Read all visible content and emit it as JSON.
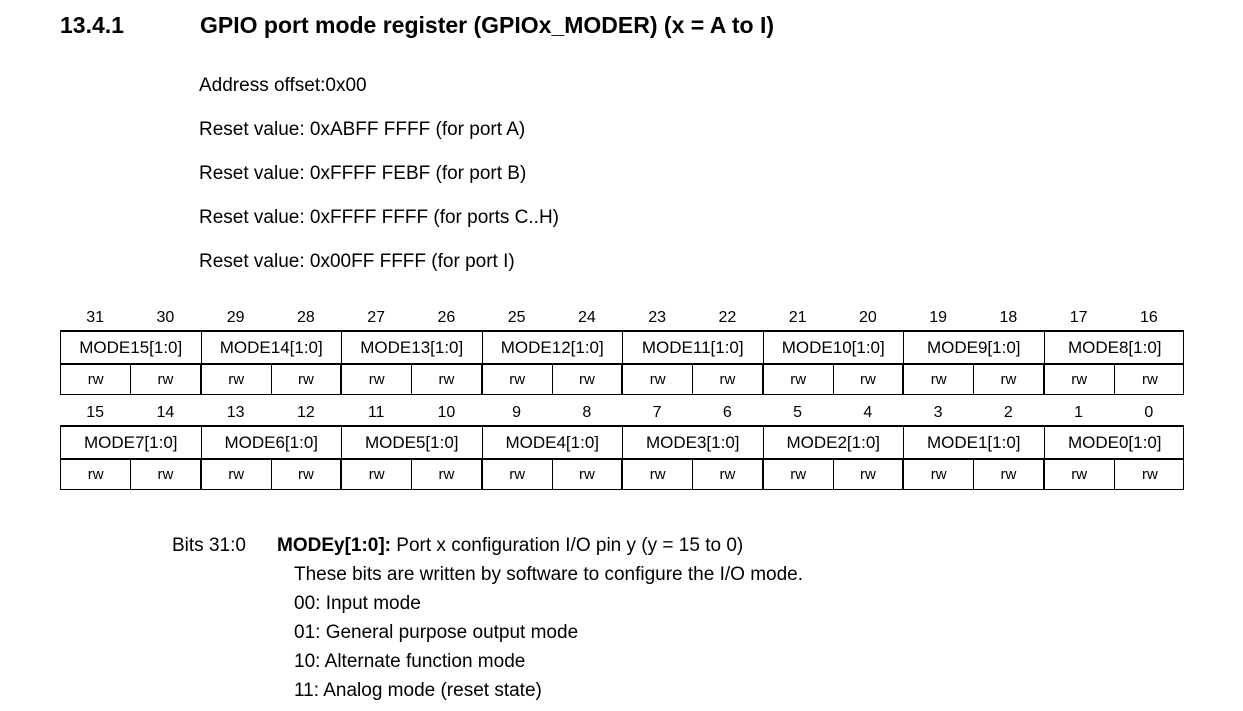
{
  "heading": {
    "number": "13.4.1",
    "title": "GPIO port mode register (GPIOx_MODER) (x = A to I)"
  },
  "intro_lines": [
    "Address offset:0x00",
    "Reset value: 0xABFF FFFF (for port A)",
    "Reset value: 0xFFFF FEBF (for port B)",
    "Reset value: 0xFFFF FFFF (for ports C..H)",
    "Reset value: 0x00FF FFFF (for port I)"
  ],
  "register": {
    "tables": [
      {
        "bits": [
          "31",
          "30",
          "29",
          "28",
          "27",
          "26",
          "25",
          "24",
          "23",
          "22",
          "21",
          "20",
          "19",
          "18",
          "17",
          "16"
        ],
        "fields": [
          "MODE15[1:0]",
          "MODE14[1:0]",
          "MODE13[1:0]",
          "MODE12[1:0]",
          "MODE11[1:0]",
          "MODE10[1:0]",
          "MODE9[1:0]",
          "MODE8[1:0]"
        ],
        "access": [
          "rw",
          "rw",
          "rw",
          "rw",
          "rw",
          "rw",
          "rw",
          "rw",
          "rw",
          "rw",
          "rw",
          "rw",
          "rw",
          "rw",
          "rw",
          "rw"
        ]
      },
      {
        "bits": [
          "15",
          "14",
          "13",
          "12",
          "11",
          "10",
          "9",
          "8",
          "7",
          "6",
          "5",
          "4",
          "3",
          "2",
          "1",
          "0"
        ],
        "fields": [
          "MODE7[1:0]",
          "MODE6[1:0]",
          "MODE5[1:0]",
          "MODE4[1:0]",
          "MODE3[1:0]",
          "MODE2[1:0]",
          "MODE1[1:0]",
          "MODE0[1:0]"
        ],
        "access": [
          "rw",
          "rw",
          "rw",
          "rw",
          "rw",
          "rw",
          "rw",
          "rw",
          "rw",
          "rw",
          "rw",
          "rw",
          "rw",
          "rw",
          "rw",
          "rw"
        ]
      }
    ]
  },
  "bit_description": {
    "range_label": "Bits 31:0",
    "field_name": "MODEy[1:0]:",
    "summary": " Port x configuration I/O pin y (y = 15 to 0)",
    "lines": [
      "These bits are written by software to configure the I/O mode.",
      "00: Input mode",
      "01: General purpose output mode",
      "10: Alternate function mode",
      "11: Analog mode (reset state)"
    ]
  }
}
